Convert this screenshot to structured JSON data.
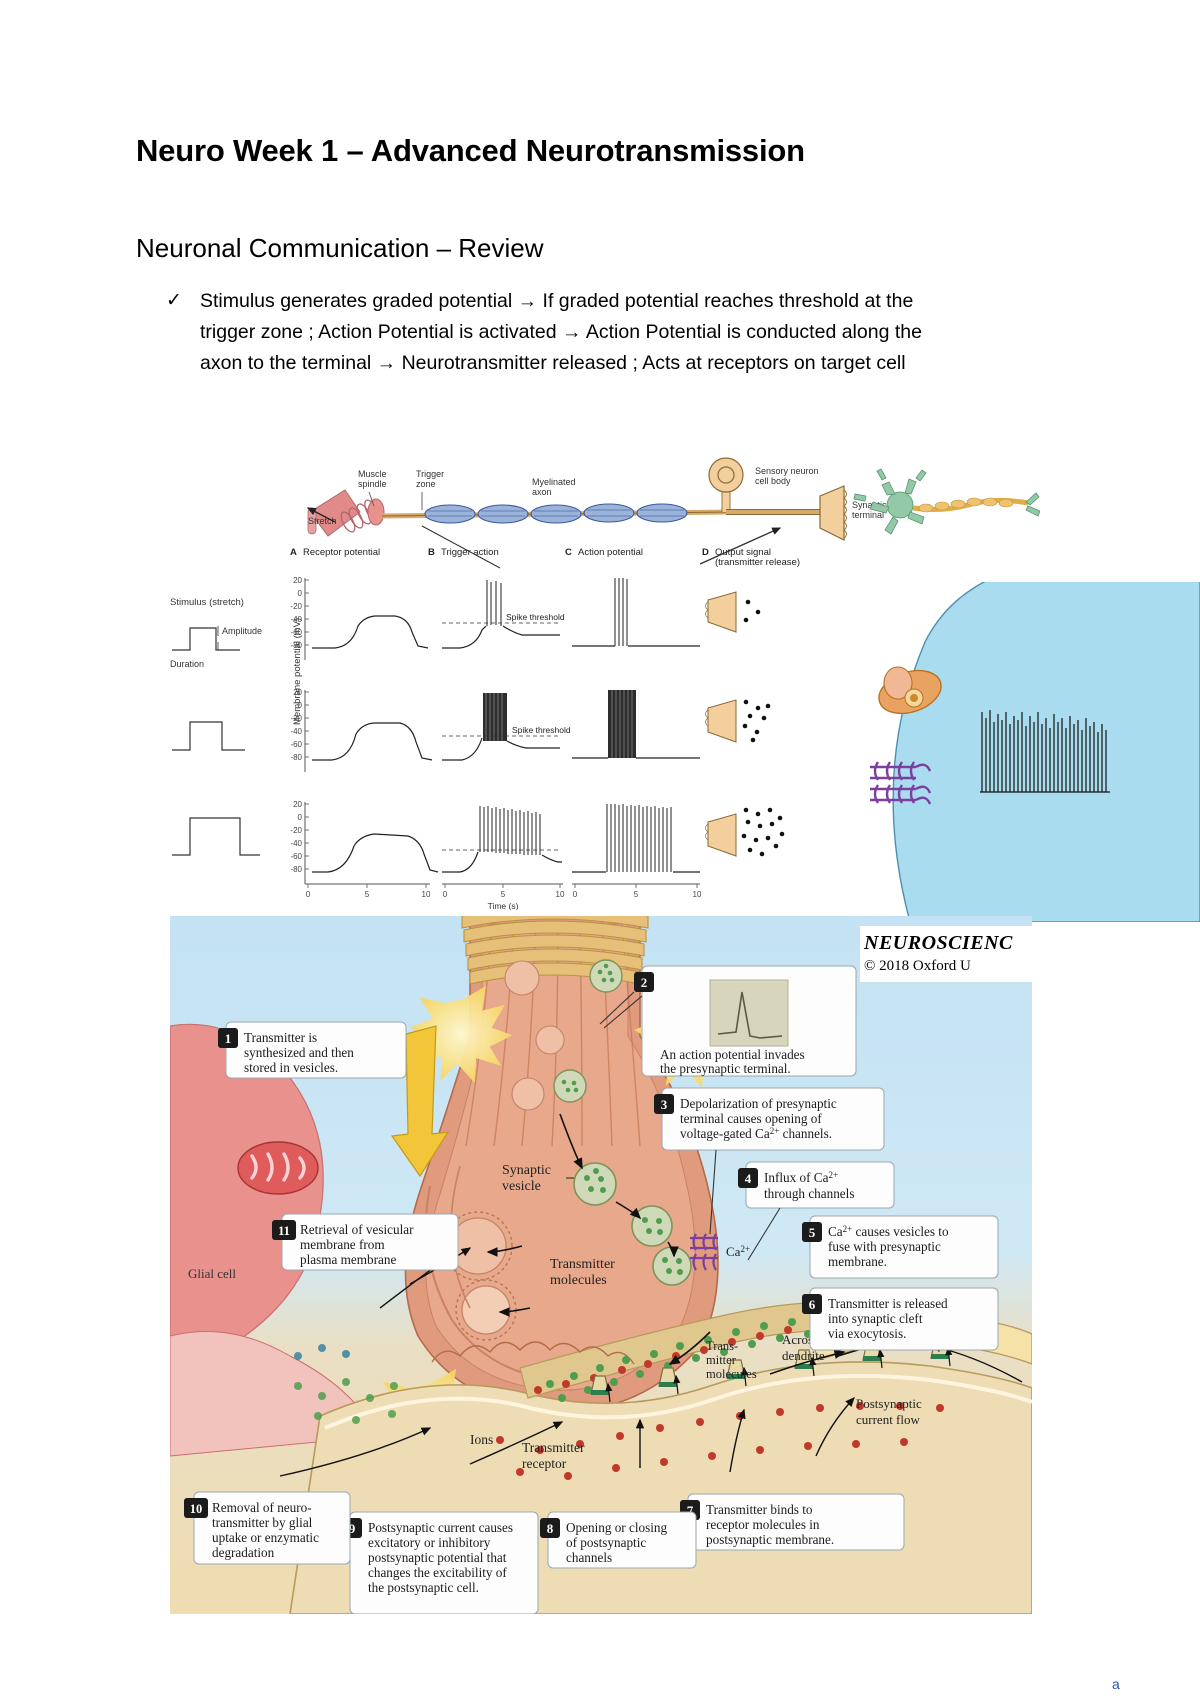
{
  "document": {
    "title": "Neuro Week 1 – Advanced Neurotransmission",
    "heading": "Neuronal Communication – Review",
    "bullet_marker": "✓",
    "bullet_text": "Stimulus generates graded potential → If graded potential reaches threshold at the trigger zone ; Action Potential is activated → Action Potential is conducted along the axon to the terminal → Neurotransmitter released ; Acts at receptors on target cell",
    "page_marker": "a"
  },
  "figure1": {
    "anatomy_labels": {
      "stretch": "Stretch",
      "muscle_spindle": "Muscle spindle",
      "trigger_zone": "Trigger zone",
      "myelinated_axon": "Myelinated axon",
      "cell_body": "Sensory neuron cell body",
      "synaptic_terminal": "Synaptic terminal"
    },
    "panels": [
      {
        "letter": "A",
        "label": "Receptor potential"
      },
      {
        "letter": "B",
        "label": "Trigger action"
      },
      {
        "letter": "C",
        "label": "Action potential"
      },
      {
        "letter": "D",
        "label": "Output signal",
        "sublabel": "(transmitter release)"
      }
    ],
    "stimulus_label": "Stimulus (stretch)",
    "amplitude_label": "Amplitude",
    "duration_label": "Duration",
    "y_axis_label": "Membrane potential (mV)",
    "y_ticks": [
      "20",
      "0",
      "-20",
      "-40",
      "-60",
      "-80"
    ],
    "x_axis_label": "Time (s)",
    "x_ticks": [
      "0",
      "5",
      "10"
    ],
    "spike_threshold_label": "Spike threshold",
    "rows": 3
  },
  "figure2": {
    "credit_title": "NEUROSCIENC",
    "credit_copyright": "© 2018 Oxford U",
    "inline_labels": {
      "glial_cell": "Glial cell",
      "synaptic_vesicle": "Synaptic vesicle",
      "transmitter_molecules": "Transmitter molecules",
      "calcium": "Ca2+",
      "across_dendrite": "Across dendrite",
      "transmitter_molecules_2": "Trans- mitter molecules",
      "postsynaptic_current_flow": "Postsynaptic current flow",
      "ions": "Ions",
      "transmitter_receptor": "Transmitter receptor"
    },
    "steps": [
      {
        "n": "1",
        "text": "Transmitter is synthesized and then stored in vesicles."
      },
      {
        "n": "2",
        "text": "An action potential invades the presynaptic terminal."
      },
      {
        "n": "3",
        "text": "Depolarization of presynaptic terminal causes opening of voltage-gated Ca2+ channels."
      },
      {
        "n": "4",
        "text": "Influx of Ca2+ through channels"
      },
      {
        "n": "5",
        "text": "Ca2+ causes vesicles to fuse with presynaptic membrane."
      },
      {
        "n": "6",
        "text": "Transmitter is released into synaptic cleft via exocytosis."
      },
      {
        "n": "7",
        "text": "Transmitter binds to receptor molecules in postsynaptic membrane."
      },
      {
        "n": "8",
        "text": "Opening or closing of postsynaptic channels"
      },
      {
        "n": "9",
        "text": "Postsynaptic current causes excitatory or inhibitory postsynaptic potential that changes the excitability of the postsynaptic cell."
      },
      {
        "n": "10",
        "text": "Removal of neuro-transmitter by glial uptake or enzymatic degradation"
      },
      {
        "n": "11",
        "text": "Retrieval of vesicular membrane from plasma membrane"
      }
    ]
  },
  "colors": {
    "synapse_bg_top": "#bfe0f2",
    "synapse_bg_bottom": "#f0dcb4",
    "terminal": "#e09a7e",
    "glial": "#e8918d",
    "vesicle_green": "#4f9d4f",
    "ion_red": "#c0392b",
    "myelin_blue": "#8fa9d4",
    "neuron_tan": "#f3cf9e",
    "muscle_red": "#e08a8a",
    "cell_blue": "#aadcf0"
  }
}
